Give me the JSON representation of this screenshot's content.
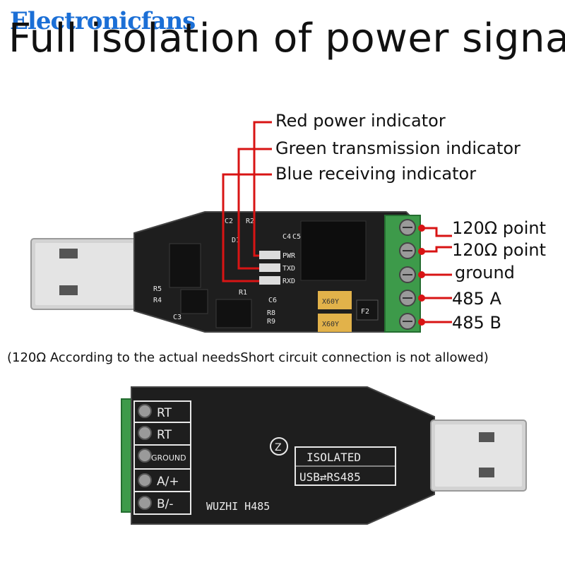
{
  "watermark": "Electronicfans",
  "headline": "Full isolation of power signal",
  "callouts": [
    "Red power indicator",
    "Green transmission indicator",
    "Blue receiving indicator"
  ],
  "terminal_labels": [
    "120Ω point",
    "120Ω point",
    "ground",
    "485  A",
    "485  B"
  ],
  "note": "(120Ω According to the actual needsShort circuit connection is not allowed)",
  "top_board": {
    "silkscreen": [
      "C2",
      "R2",
      "C4",
      "C5",
      "D1",
      "PWR",
      "TXD",
      "RXD",
      "R1",
      "C6",
      "R8",
      "R9",
      "R5",
      "R4",
      "C3",
      "F2",
      "X60Y",
      "X60Y"
    ]
  },
  "bottom_board": {
    "terminals": [
      "RT",
      "RT",
      "GROUND",
      "A/+",
      "B/-"
    ],
    "isolated_label": "ISOLATED",
    "usb_rs485_label": "USB⇄RS485",
    "model": "WUZHI  H485"
  },
  "colors": {
    "watermark": "#1b6fd6",
    "callout_line": "#d81414",
    "pcb": "#1e1e1e",
    "terminal_block": "#3d9a4a",
    "usb_metal": "#c8c8c8"
  }
}
